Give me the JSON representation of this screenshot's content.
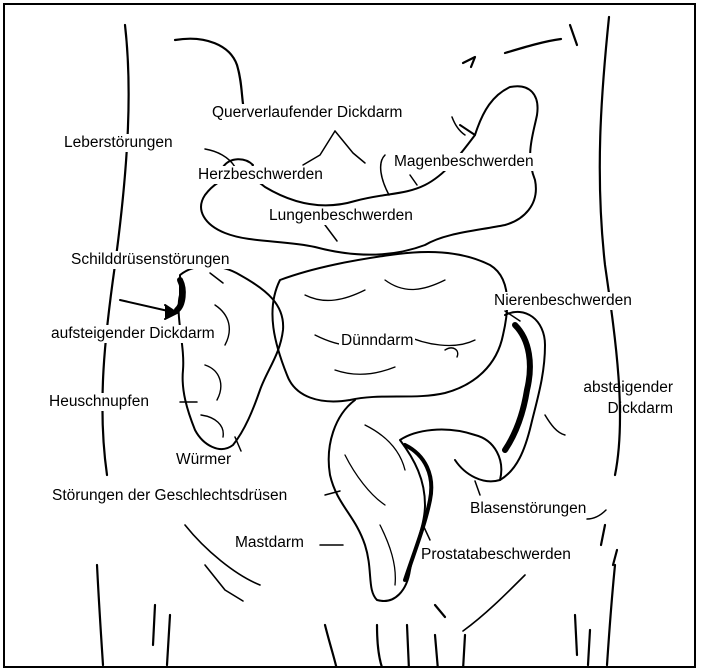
{
  "labels": {
    "querverlaufender": "Querverlaufender Dickdarm",
    "leber": "Leberstörungen",
    "herz": "Herzbeschwerden",
    "magen": "Magenbeschwerden",
    "lungen": "Lungenbeschwerden",
    "schilddruesen": "Schilddrüsenstörungen",
    "nieren": "Nierenbeschwerden",
    "aufsteigender": "aufsteigender Dickdarm",
    "duenndarm": "Dünndarm",
    "heuschnupfen": "Heuschnupfen",
    "absteigender_1": "absteigender",
    "absteigender_2": "Dickdarm",
    "wuermer": "Würmer",
    "geschlecht": "Störungen der Geschlechtsdrüsen",
    "blasen": "Blasenstörungen",
    "mastdarm": "Mastdarm",
    "prostata": "Prostatabeschwerden"
  },
  "colors": {
    "ink": "#000000",
    "paper": "#ffffff"
  }
}
